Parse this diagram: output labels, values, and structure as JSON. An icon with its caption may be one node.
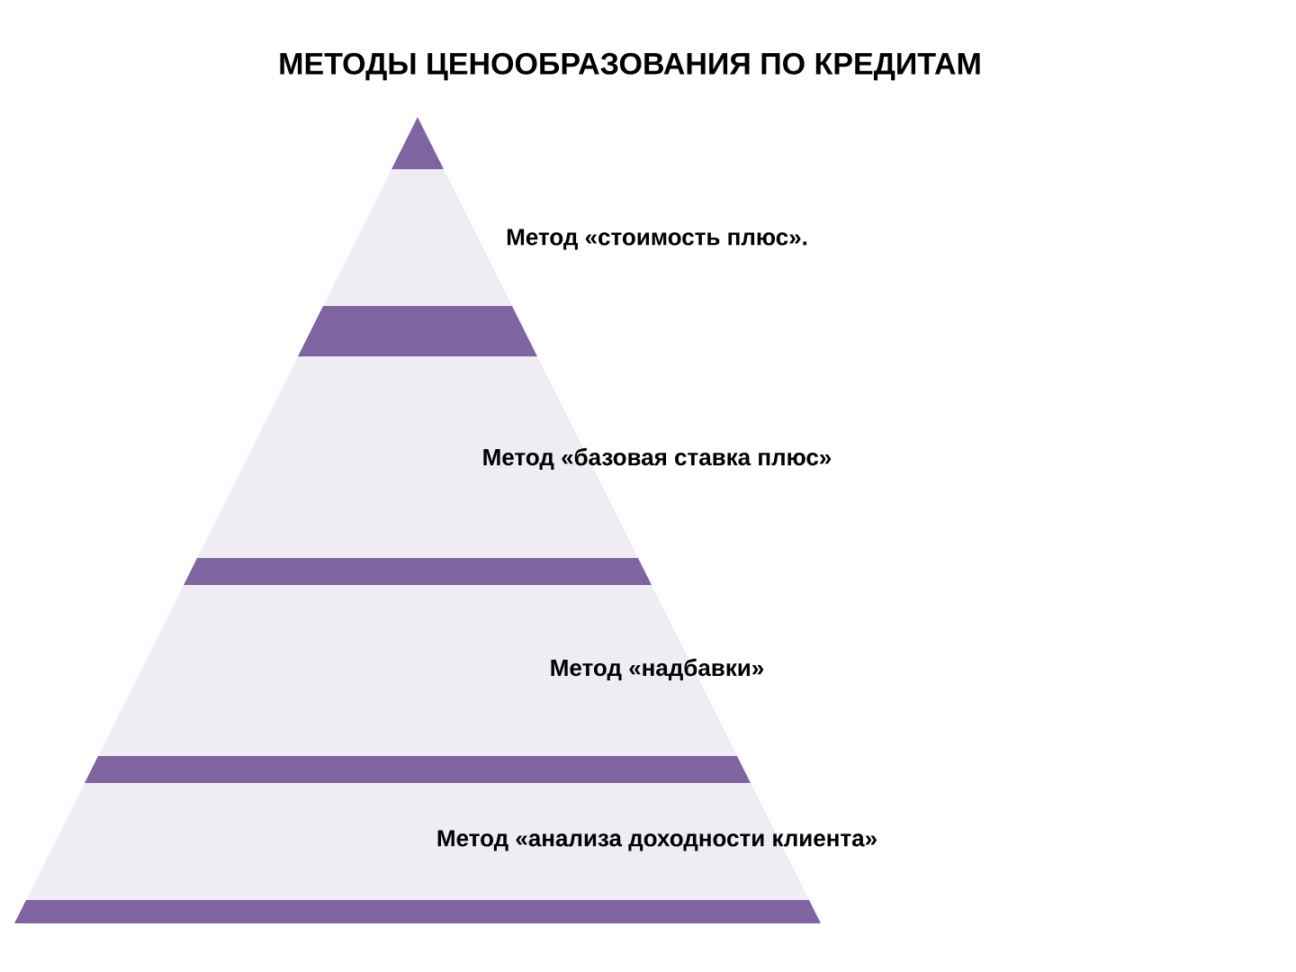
{
  "diagram": {
    "title": "МЕТОДЫ ЦЕНООБРАЗОВАНИЯ ПО КРЕДИТАМ",
    "nodes": [
      {
        "text": [
          "Метод «стоимость плюс»."
        ]
      },
      {
        "text": [
          "Метод «базовая ставка плюс»"
        ]
      },
      {
        "text": [
          "Метод «надбавки»"
        ]
      },
      {
        "text": [
          "Метод «анализа доходности клиента»"
        ]
      }
    ]
  }
}
